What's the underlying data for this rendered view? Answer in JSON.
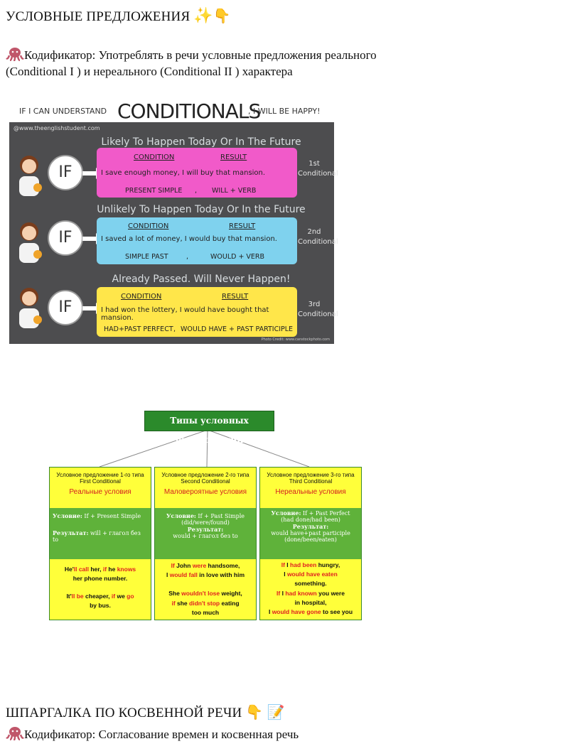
{
  "title": "УСЛОВНЫЕ ПРЕДЛОЖЕНИЯ",
  "title_icons": [
    "sparkles-icon",
    "pointing-down-icon"
  ],
  "codifier1": {
    "line1": "Кодификатор: Употреблять в речи условные предложения реального",
    "line2": "(Conditional I ) и нереального (Conditional II ) характера"
  },
  "infographic": {
    "banner_left": "IF I CAN UNDERSTAND",
    "banner_big": "CONDITIONALS",
    "banner_right": ", I WILL BE HAPPY!",
    "site": "@www.theenglishstudent.com",
    "credit": "Photo Credit: www.canstockphoto.com",
    "if_label": "IF",
    "rows": [
      {
        "title": "Likely To Happen Today Or In The Future",
        "color": "#f15ac9",
        "condition_label": "CONDITION",
        "result_label": "RESULT",
        "sentence": "I save enough money, I will buy that mansion.",
        "form_left": "PRESENT SIMPLE",
        "form_sep": ",",
        "form_right": "WILL + VERB",
        "tag_top": "1st",
        "tag_bottom": "Conditional"
      },
      {
        "title": "Unlikely To Happen Today Or In the Future",
        "color": "#7fd2ee",
        "condition_label": "CONDITION",
        "result_label": "RESULT",
        "sentence": "I saved a lot of money, I would buy that mansion.",
        "form_left": "SIMPLE PAST",
        "form_sep": ",",
        "form_right": "WOULD + VERB",
        "tag_top": "2nd",
        "tag_bottom": "Conditional"
      },
      {
        "title": "Already Passed. Will Never Happen!",
        "color": "#ffe64a",
        "condition_label": "CONDITION",
        "result_label": "RESULT",
        "sentence": "I had won the lottery, I would have bought that mansion.",
        "form_left": "HAD+PAST PERFECT",
        "form_sep": ",",
        "form_right": "WOULD HAVE + PAST PARTICIPLE",
        "tag_top": "3rd",
        "tag_bottom": "Conditional"
      }
    ]
  },
  "diagram": {
    "root": "Типы условных предложений",
    "columns": [
      {
        "head1": "Условное предложение 1-го типа",
        "head2": "First Conditional",
        "head3": "Реальные условия",
        "mid": [
          {
            "label": "Условие:",
            "text": " If + Present Simple"
          },
          {
            "label": "Результат:",
            "text": " will + глагол без to"
          }
        ],
        "examples": [
          [
            {
              "t": "He'",
              "r": false
            },
            {
              "t": "ll call",
              "r": true
            },
            {
              "t": " her, ",
              "r": false
            },
            {
              "t": "if",
              "r": true
            },
            {
              "t": " he ",
              "r": false
            },
            {
              "t": "knows",
              "r": true
            }
          ],
          [
            {
              "t": "her phone number.",
              "r": false
            }
          ],
          [
            {
              "t": "It'",
              "r": false
            },
            {
              "t": "ll be",
              "r": true
            },
            {
              "t": " cheaper, ",
              "r": false
            },
            {
              "t": "if",
              "r": true
            },
            {
              "t": " we ",
              "r": false
            },
            {
              "t": "go",
              "r": true
            }
          ],
          [
            {
              "t": "by bus.",
              "r": false
            }
          ]
        ]
      },
      {
        "head1": "Условное предложение 2-го типа",
        "head2": "Second Conditional",
        "head3": "Маловероятные условия",
        "mid": [
          {
            "label": "Условие:",
            "text": " If + Past Simple"
          },
          {
            "label": "",
            "text": "(did/were/found)"
          },
          {
            "label": "Результат:",
            "text": ""
          },
          {
            "label": "",
            "text": "would + глагол без to"
          }
        ],
        "examples": [
          [
            {
              "t": "If",
              "r": true
            },
            {
              "t": " John ",
              "r": false
            },
            {
              "t": "were",
              "r": true
            },
            {
              "t": " handsome,",
              "r": false
            }
          ],
          [
            {
              "t": "I ",
              "r": false
            },
            {
              "t": "would fall",
              "r": true
            },
            {
              "t": " in love with him",
              "r": false
            }
          ],
          [
            {
              "t": "She ",
              "r": false
            },
            {
              "t": "wouldn't lose",
              "r": true
            },
            {
              "t": " weight,",
              "r": false
            }
          ],
          [
            {
              "t": "if",
              "r": true
            },
            {
              "t": " she ",
              "r": false
            },
            {
              "t": "didn't stop",
              "r": true
            },
            {
              "t": " eating",
              "r": false
            }
          ],
          [
            {
              "t": "too much",
              "r": false
            }
          ]
        ]
      },
      {
        "head1": "Условное предложение 3-го типа",
        "head2": "Third Conditional",
        "head3": "Нереальные условия",
        "mid": [
          {
            "label": "Условие:",
            "text": " If + Past Perfect"
          },
          {
            "label": "",
            "text": "(had done/had been)"
          },
          {
            "label": "Результат:",
            "text": ""
          },
          {
            "label": "",
            "text": "would have+past participle"
          },
          {
            "label": "",
            "text": "(done/been/eaten)"
          }
        ],
        "examples": [
          [
            {
              "t": "If",
              "r": true
            },
            {
              "t": " I ",
              "r": false
            },
            {
              "t": "had been",
              "r": true
            },
            {
              "t": " hungry,",
              "r": false
            }
          ],
          [
            {
              "t": "I ",
              "r": false
            },
            {
              "t": "would have eaten",
              "r": true
            }
          ],
          [
            {
              "t": "something.",
              "r": false
            }
          ],
          [
            {
              "t": "If",
              "r": true
            },
            {
              "t": " I ",
              "r": false
            },
            {
              "t": "had known",
              "r": true
            },
            {
              "t": " you were",
              "r": false
            }
          ],
          [
            {
              "t": "in hospital,",
              "r": false
            }
          ],
          [
            {
              "t": "I ",
              "r": false
            },
            {
              "t": "would have gone",
              "r": true
            },
            {
              "t": " to see you",
              "r": false
            }
          ]
        ]
      }
    ]
  },
  "title2": "ШПАРГАЛКА ПО КОСВЕННОЙ РЕЧИ",
  "title2_icons": [
    "pointing-down-icon",
    "memo-icon"
  ],
  "codifier2": "Кодификатор: Согласование времен и косвенная речь"
}
